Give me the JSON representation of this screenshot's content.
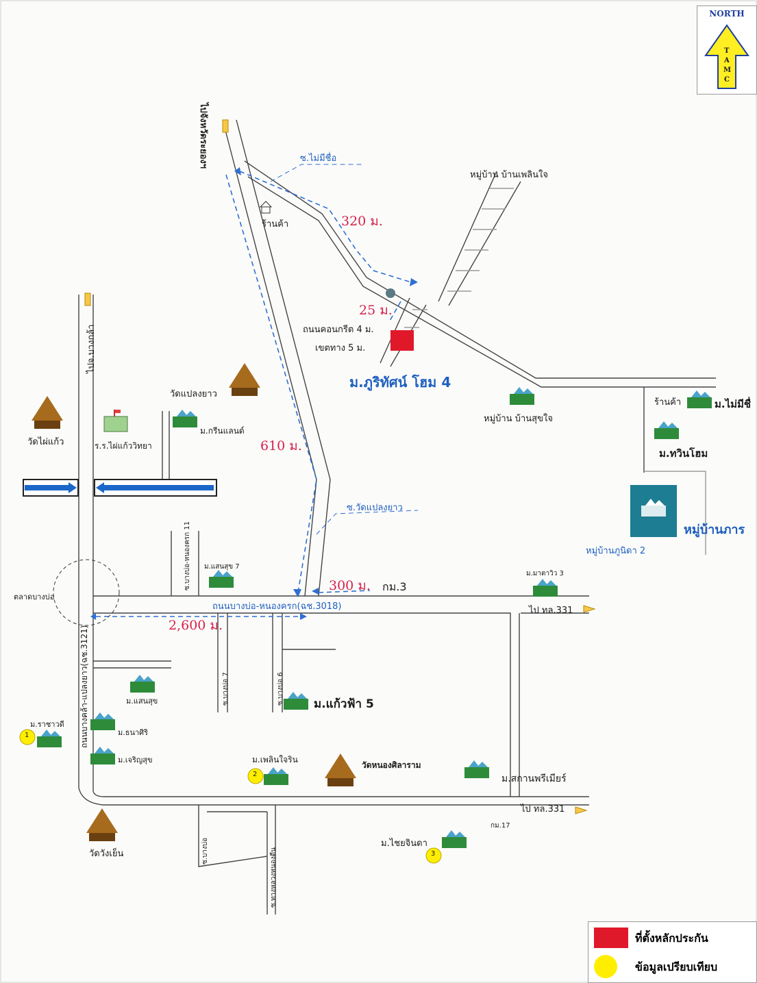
{
  "north": {
    "label": "NORTH",
    "letters": [
      "T",
      "A",
      "M",
      "C"
    ]
  },
  "labels": {
    "to_bang_pla": "ไปจ.บางกล้า",
    "to_city": "ไปจังหวัดระยองฯ",
    "soi_no_name": "ซ.ไม่มีชื่อ",
    "village_ploen_jai": "หมู่บ้าน บ้านเพลินใจ",
    "shop_top": "ร้านค้า",
    "dist_320": "320 ม.",
    "dist_25": "25 ม.",
    "concrete_road": "ถนนคอนกรีต 4 ม.",
    "right_of_way": "เขตทาง 5 ม.",
    "subject_village": "ม.ภูริทัศน์ โฮม 4",
    "village_suk_jai": "หมู่บ้าน บ้านสุขใจ",
    "shop_right": "ร้านค้า",
    "mai_mi_chue": "ม.ไม่มีชื่",
    "twin_home": "ม.ทวินโฮม",
    "village_phakorn": "หมู่บ้านภาร",
    "village_phunida": "หมู่บ้านภูนิดา 2",
    "wat_plong_yao": "วัดแปลงยาว",
    "green_land": "ม.กรีนแลนด์",
    "dist_610": "610 ม.",
    "wat_phai_kaew": "วัดไผ่แก้ว",
    "school": "ร.ร.ไผ่แก้ววิทยา",
    "soi_wat_plong_yao": "ซ.วัดแปลงยาว",
    "soi_11": "ซ.บางบ่อ-หนองครก 11",
    "mae_sook_7": "ม.แสนสุข 7",
    "dist_300": "300 ม.",
    "km3": "กม.3",
    "mata_ville": "ม.มาตาวิว 3",
    "market": "ตลาดบางบ่อ",
    "main_road": "ถนนบางบ่อ-หนองครก(ฉช.3018)",
    "to_331_top": "ไป ทล.331",
    "dist_2600": "2,600 ม.",
    "road_3121": "ถนนบางคล้า-แปลงยาว(ฉช.3121)",
    "soi_7": "ซ.บางบ่อ 7",
    "soi_6": "ซ.บางบ่อ 6",
    "saen_suk": "ม.แสนสุข",
    "kaew_fa_5": "ม.แก้วฟ้า 5",
    "rachawadee": "ม.ราชาวดี",
    "thanasiri": "ม.ธนาศิริ",
    "charoen_suk": "ม.เจริญสุข",
    "ploen_pirin": "ม.เพลินใจริน",
    "wat_nong_sila": "วัดหนองศิลาราม",
    "sakan_premier": "ม.สกานพรีเมียร์",
    "to_331_bottom": "ไป ทล.331",
    "km17": "กม.17",
    "chai_chinda": "ม.ไชยจินดา",
    "wat_wang_yen": "วัดวังเย็น",
    "soi_bottom_1": "ซ.บางบ่อ",
    "soi_bottom_2": "ซ.ทางหลวงหนองตีน"
  },
  "comparables": [
    "1",
    "2",
    "3"
  ],
  "legend": [
    {
      "color": "#e0192a",
      "text": "ที่ตั้งหลักประกัน",
      "shape": "rect"
    },
    {
      "color": "#ffee00",
      "text": "ข้อมูลเปรียบเทียบ",
      "shape": "circle"
    }
  ],
  "colors": {
    "route": "#2f6fd0",
    "distance": "#d6204a",
    "subject": "#e0192a",
    "comparable": "#ffee00",
    "canal": "#1b66c9"
  }
}
